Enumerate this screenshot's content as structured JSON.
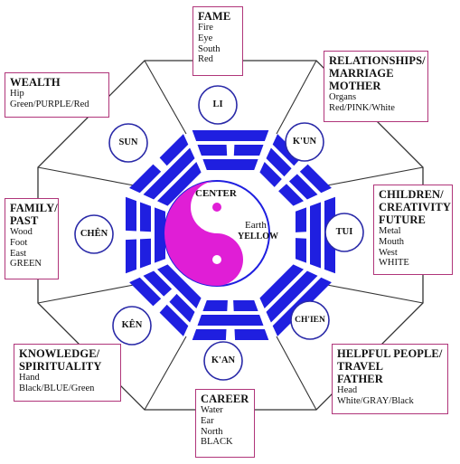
{
  "trigram_labels": {
    "li": "LI",
    "kun": "K'UN",
    "tui": "TUI",
    "chien": "CH'IEN",
    "kan": "K'AN",
    "ken": "KÊN",
    "chen": "CHÊN",
    "sun": "SUN"
  },
  "center": {
    "title": "CENTER",
    "element": "Earth",
    "color": "YELLOW"
  },
  "boxes": {
    "fame": {
      "title": "FAME",
      "lines": [
        "Fire",
        "Eye",
        "South",
        "Red"
      ]
    },
    "relationships": {
      "title_lines": [
        "RELATIONSHIPS/",
        "MARRIAGE",
        "MOTHER"
      ],
      "lines": [
        "Organs",
        "Red/PINK/White"
      ]
    },
    "children": {
      "title_lines": [
        "CHILDREN/",
        "CREATIVITY",
        "FUTURE"
      ],
      "lines": [
        "Metal",
        "Mouth",
        "West",
        "WHITE"
      ]
    },
    "helpful": {
      "title_lines": [
        "HELPFUL PEOPLE/",
        "TRAVEL",
        "FATHER"
      ],
      "lines": [
        "Head",
        "White/GRAY/Black"
      ]
    },
    "career": {
      "title": "CAREER",
      "lines": [
        "Water",
        "Ear",
        "North",
        "BLACK"
      ]
    },
    "knowledge": {
      "title_lines": [
        "KNOWLEDGE/",
        "SPIRITUALITY"
      ],
      "lines": [
        "Hand",
        "Black/BLUE/Green"
      ]
    },
    "family": {
      "title_lines": [
        "FAMILY/",
        "PAST"
      ],
      "lines": [
        "Wood",
        "Foot",
        "East",
        "GREEN"
      ]
    },
    "wealth": {
      "title": "WEALTH",
      "lines": [
        "Hip",
        "Green/PURPLE/Red"
      ]
    }
  },
  "colors": {
    "trigram_blue": "#1f1fe0",
    "yin_yang_magenta": "#e01ed6",
    "box_border": "#b0357a",
    "line_color": "#333333",
    "circle_border": "#2a2aa8"
  }
}
